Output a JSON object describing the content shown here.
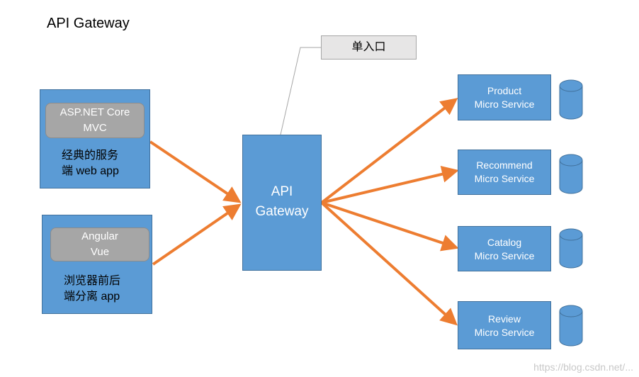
{
  "title": "API Gateway",
  "callout": "单入口",
  "clients": [
    {
      "inner": [
        "ASP.NET Core",
        "MVC"
      ],
      "caption": [
        "经典的服务",
        "端 web app"
      ]
    },
    {
      "inner": [
        "Angular",
        "Vue"
      ],
      "caption": [
        "浏览器前后",
        "端分离 app"
      ]
    }
  ],
  "gateway": [
    "API",
    "Gateway"
  ],
  "services": [
    [
      "Product",
      "Micro Service"
    ],
    [
      "Recommend",
      "Micro Service"
    ],
    [
      "Catalog",
      "Micro Service"
    ],
    [
      "Review",
      "Micro Service"
    ]
  ],
  "watermark": "https://blog.csdn.net/...",
  "colors": {
    "box": "#5b9bd5",
    "arrow": "#ed7d31",
    "inner": "#a6a6a6",
    "callout": "#e7e6e6"
  }
}
